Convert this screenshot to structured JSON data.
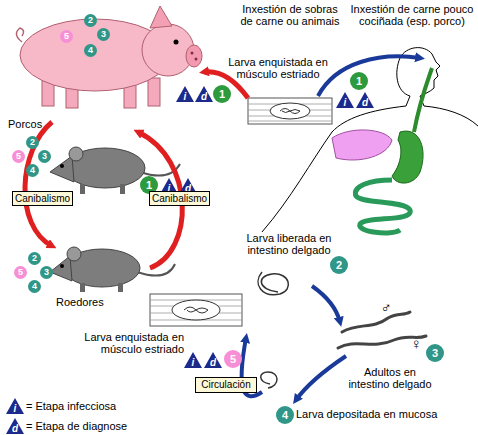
{
  "diagram": {
    "nodes": [
      {
        "text": [
          "Canibalismo"
        ]
      },
      {
        "text": [
          "Canibalismo"
        ]
      },
      {
        "text": [
          "Circulación"
        ]
      }
    ],
    "labels": [
      "Inxestión de sobras de carne ou animais",
      "Inxestión de carne pouco cociñada (esp. porco)",
      "Larva enquistada en músculo estriado",
      "Porcos",
      "Roedores",
      "Larva liberada en intestino delgado",
      "Adultos en intestino delgado",
      "Larva depositada en mucosa",
      "Larva enquistada en músculo estriado",
      "♂",
      "♀",
      "2",
      "3",
      "5",
      "4",
      "2",
      "3",
      "5",
      "4",
      "2",
      "3",
      "5",
      "4",
      "i",
      "d",
      "1",
      "1",
      "i",
      "d",
      "1",
      "i",
      "d",
      "2",
      "3",
      "4",
      "i",
      "d",
      "5",
      "i",
      "d"
    ],
    "legend": [
      {
        "text": "= Etapa infecciosa"
      },
      {
        "text": "= Etapa de diagnose"
      }
    ]
  }
}
